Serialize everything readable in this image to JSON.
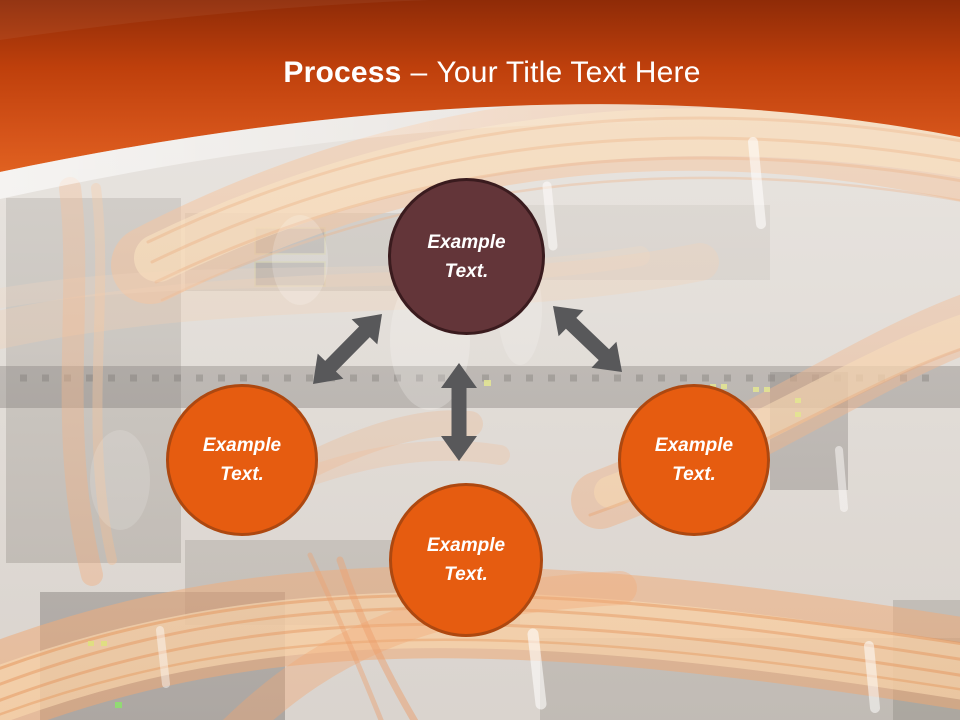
{
  "slide_title": {
    "emphasis": "Process",
    "separator": "–",
    "rest": "Your Title Text Here"
  },
  "header": {
    "gradient_top": "#8f2b07",
    "gradient_mid": "#bf400c",
    "gradient_bottom": "#e06120",
    "title_color": "#ffffff"
  },
  "diagram": {
    "nodes": [
      {
        "position": "top",
        "label": "Example Text.",
        "fill": "#633539",
        "stroke": "#3a1b1e"
      },
      {
        "position": "left",
        "label": "Example Text.",
        "fill": "#e65c10",
        "stroke": "#ad4810"
      },
      {
        "position": "bottom",
        "label": "Example Text.",
        "fill": "#e65c10",
        "stroke": "#ad4810"
      },
      {
        "position": "right",
        "label": "Example Text.",
        "fill": "#e65c10",
        "stroke": "#ad4810"
      }
    ],
    "connector_color": "#58585a"
  },
  "background": {
    "style": "faded photo of orange fiber cables bundled in a server rack"
  }
}
